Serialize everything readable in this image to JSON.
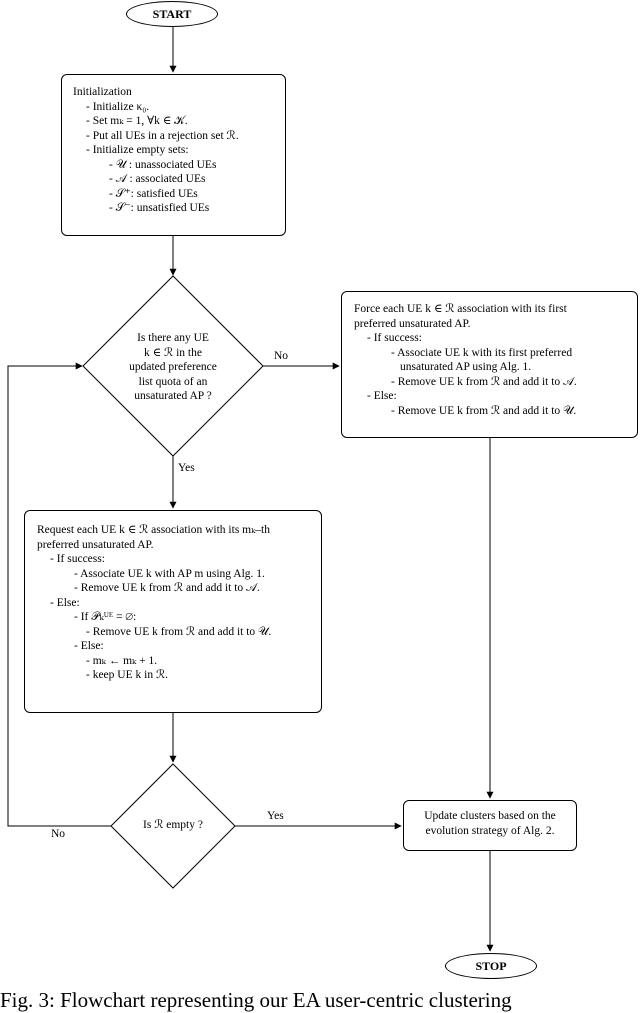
{
  "start_label": "START",
  "stop_label": "STOP",
  "init_box": {
    "lines": [
      "Initialization",
      "- Initialize κ₀.",
      "- Set mₖ = 1, ∀k ∈ 𝒦.",
      "- Put all UEs in a rejection set ℛ.",
      "- Initialize empty sets:",
      "- 𝒰 : unassociated UEs",
      "- 𝒜 : associated UEs",
      "- 𝒮⁺: satisfied UEs",
      "- 𝒮⁻: unsatisfied UEs"
    ]
  },
  "decision1": {
    "lines": [
      "Is there any UE",
      "k ∈ ℛ in the",
      "updated preference",
      "list quota of an",
      "unsaturated AP ?"
    ]
  },
  "decision2": {
    "text": "Is ℛ empty ?"
  },
  "force_box": {
    "lines": [
      "Force each UE k  ∈  ℛ association with its first",
      "preferred unsaturated AP.",
      "- If success:",
      "- Associate UE k with its first preferred",
      "unsaturated AP using Alg. 1.",
      "- Remove UE k from ℛ and add it to 𝒜.",
      "- Else:",
      "- Remove UE k from ℛ and add it to 𝒰."
    ]
  },
  "request_box": {
    "lines": [
      "Request each UE k ∈ ℛ association with its mₖ–th",
      "preferred unsaturated AP.",
      "- If success:",
      "- Associate UE k with AP m using Alg. 1.",
      "- Remove UE k from ℛ and add it to 𝒜.",
      "- Else:",
      "- If 𝒫ₖᵁᴱ = ∅:",
      "- Remove UE k from ℛ and add it to 𝒰.",
      "- Else:",
      "- mₖ ← mₖ + 1.",
      "- keep UE k in ℛ."
    ]
  },
  "update_box": {
    "lines": [
      "Update clusters based on the",
      "evolution strategy of Alg. 2."
    ]
  },
  "labels": {
    "no_right": "No",
    "yes_down": "Yes",
    "yes_right": "Yes",
    "no_loop": "No"
  },
  "caption": "Fig. 3: Flowchart representing our EA user-centric clustering"
}
